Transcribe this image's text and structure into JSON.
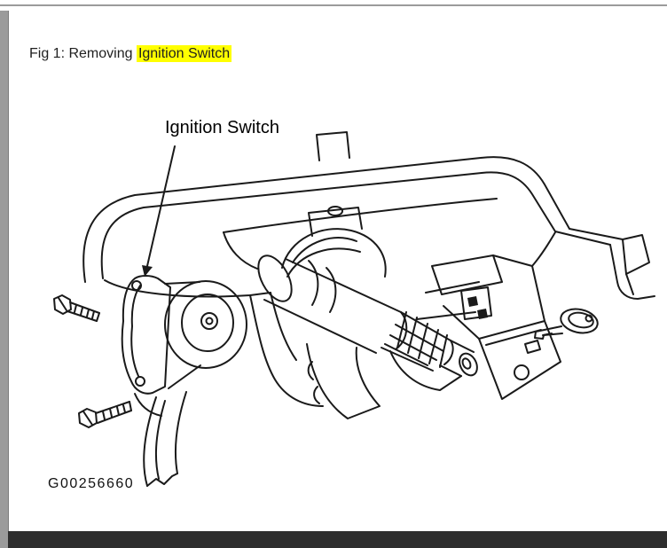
{
  "window": {
    "caption_prefix": "Fig 1: Removing ",
    "caption_highlight": "Ignition Switch"
  },
  "figure": {
    "callout_label": "Ignition Switch",
    "part_number": "G00256660"
  },
  "colors": {
    "highlight_bg": "#ffff00",
    "caption_text": "#1f1f1f",
    "line": "#1a1a1a",
    "chrome_gray": "#9b9b9b",
    "bottom_bar": "#2e2e2e",
    "background": "#ffffff"
  }
}
